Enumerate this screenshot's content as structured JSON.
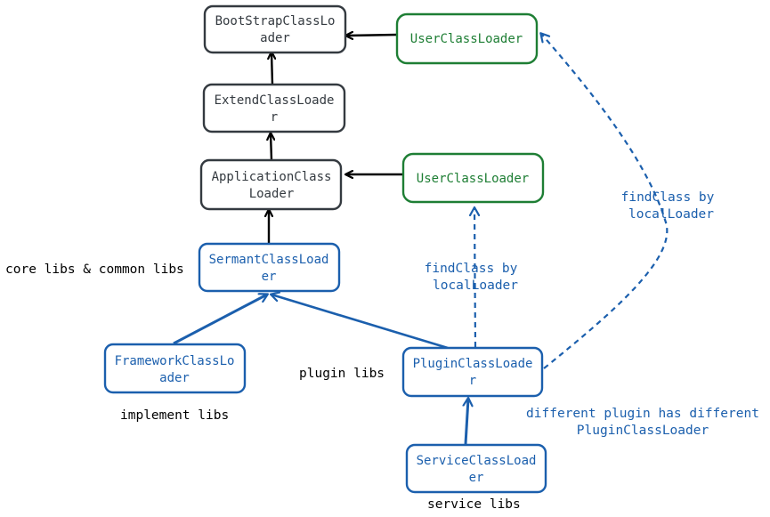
{
  "colors": {
    "dark": "#343a40",
    "green": "#1e7e34",
    "blue": "#1b5fad",
    "label": "#000000"
  },
  "nodes": {
    "bootstrap": {
      "line1": "BootStrapClassLo",
      "line2": "ader"
    },
    "extend": {
      "line1": "ExtendClassLoade",
      "line2": "r"
    },
    "application": {
      "line1": "ApplicationClass",
      "line2": "Loader"
    },
    "user_top": {
      "line1": "UserClassLoader"
    },
    "user_mid": {
      "line1": "UserClassLoader"
    },
    "sermant": {
      "line1": "SermantClassLoad",
      "line2": "er"
    },
    "framework": {
      "line1": "FrameworkClassLo",
      "line2": "ader"
    },
    "plugin": {
      "line1": "PluginClassLoade",
      "line2": "r"
    },
    "service": {
      "line1": "ServiceClassLoad",
      "line2": "er"
    }
  },
  "labels": {
    "core_libs": "core libs & common libs",
    "plugin_libs": "plugin libs",
    "implement_libs": "implement libs",
    "service_libs": "service libs",
    "find_mid_1": "findClass by",
    "find_mid_2": "localLoader",
    "find_right_1": "findClass by",
    "find_right_2": "localLoader",
    "different_1": "different plugin has different",
    "different_2": "PluginClassLoader"
  }
}
